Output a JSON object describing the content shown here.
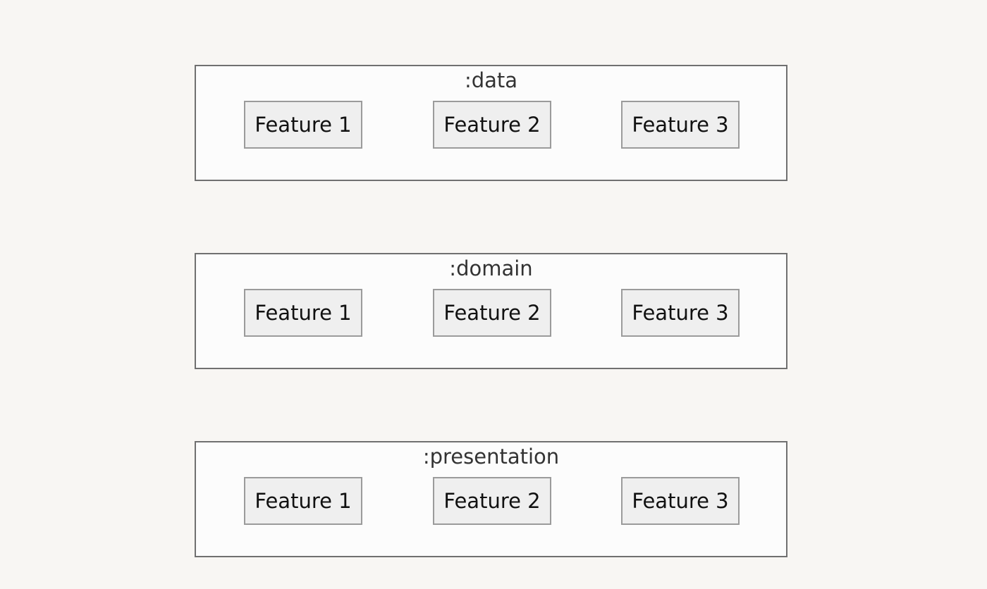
{
  "diagram": {
    "layers": [
      {
        "title": ":data",
        "features": [
          "Feature 1",
          "Feature 2",
          "Feature 3"
        ]
      },
      {
        "title": ":domain",
        "features": [
          "Feature 1",
          "Feature 2",
          "Feature 3"
        ]
      },
      {
        "title": ":presentation",
        "features": [
          "Feature 1",
          "Feature 2",
          "Feature 3"
        ]
      }
    ]
  },
  "colors": {
    "background": "#f8f6f3",
    "layer_fill": "#fcfcfc",
    "layer_border": "#707070",
    "feature_fill": "#efefef",
    "feature_border": "#9b9b9b"
  }
}
